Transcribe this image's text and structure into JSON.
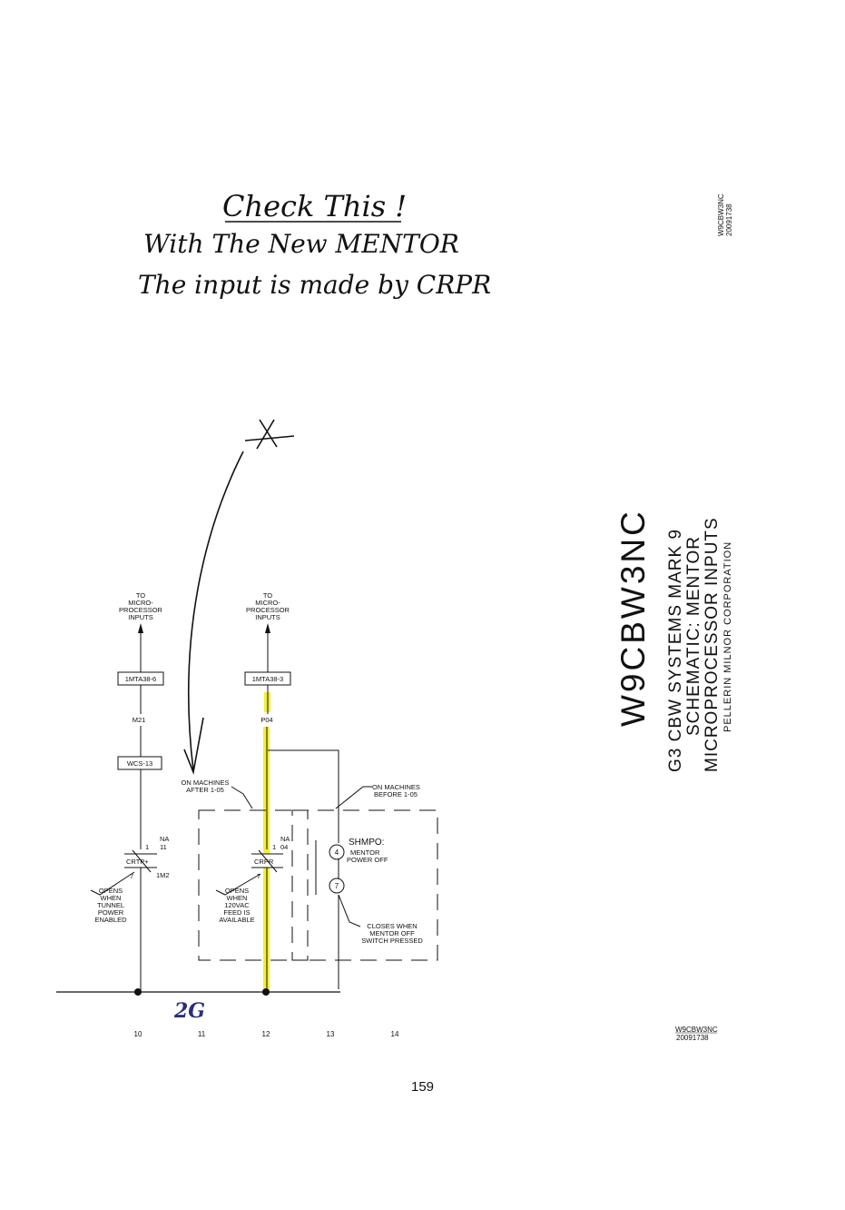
{
  "annotation": {
    "line1": "Check This !",
    "line2": "With The New MENTOR",
    "line3": "The input is made by CRPR",
    "ground_tag": "2G"
  },
  "drawing_code_top": {
    "line1": "W9CBW3NC",
    "line2": "20091738"
  },
  "title_block": {
    "code": "W9CBW3NC",
    "line1": "G3 CBW SYSTEMS MARK 9",
    "line2": "SCHEMATIC: MENTOR",
    "line3": "MICROPROCESSOR INPUTS",
    "company": "PELLERIN MILNOR CORPORATION"
  },
  "drawing_code_bottom": {
    "line1": "W9CBW3NC",
    "line2": "20091738"
  },
  "schematic": {
    "left_circuit": {
      "dest_line1": "TO",
      "dest_line2": "MICRO-",
      "dest_line3": "PROCESSOR",
      "dest_line4": "INPUTS",
      "connector": "1MTA38-6",
      "wire": "M21",
      "terminal": "WCS-13",
      "pin_top": "1",
      "pin_bottom": "7",
      "contact": "CRTP+",
      "contact_note_top": "NA",
      "contact_note_bottom": "11",
      "ref": "1M2",
      "note_line1": "OPENS",
      "note_line2": "WHEN",
      "note_line3": "TUNNEL",
      "note_line4": "POWER",
      "note_line5": "ENABLED"
    },
    "right_circuit": {
      "dest_line1": "TO",
      "dest_line2": "MICRO-",
      "dest_line3": "PROCESSOR",
      "dest_line4": "INPUTS",
      "connector": "1MTA38-3",
      "wire": "P04",
      "pin_top": "1",
      "pin_bottom": "7",
      "contact": "CRPR",
      "contact_note_top": "NA",
      "contact_note_bottom": "04",
      "note_line1": "OPENS",
      "note_line2": "WHEN",
      "note_line3": "120VAC",
      "note_line4": "FEED IS",
      "note_line5": "AVAILABLE"
    },
    "after_label_line1": "ON MACHINES",
    "after_label_line2": "AFTER 1-05",
    "before_label_line1": "ON MACHINES",
    "before_label_line2": "BEFORE 1-05",
    "switch_name": "SHMPO:",
    "switch_desc_line1": "MENTOR",
    "switch_desc_line2": "POWER OFF",
    "switch_pin_top": "4",
    "switch_pin_bottom": "7",
    "switch_note_line1": "CLOSES WHEN",
    "switch_note_line2": "MENTOR OFF",
    "switch_note_line3": "SWITCH PRESSED",
    "column_numbers": [
      "10",
      "11",
      "12",
      "13",
      "14"
    ],
    "highlight_color": "#f2ee3c"
  },
  "page_number": "159"
}
